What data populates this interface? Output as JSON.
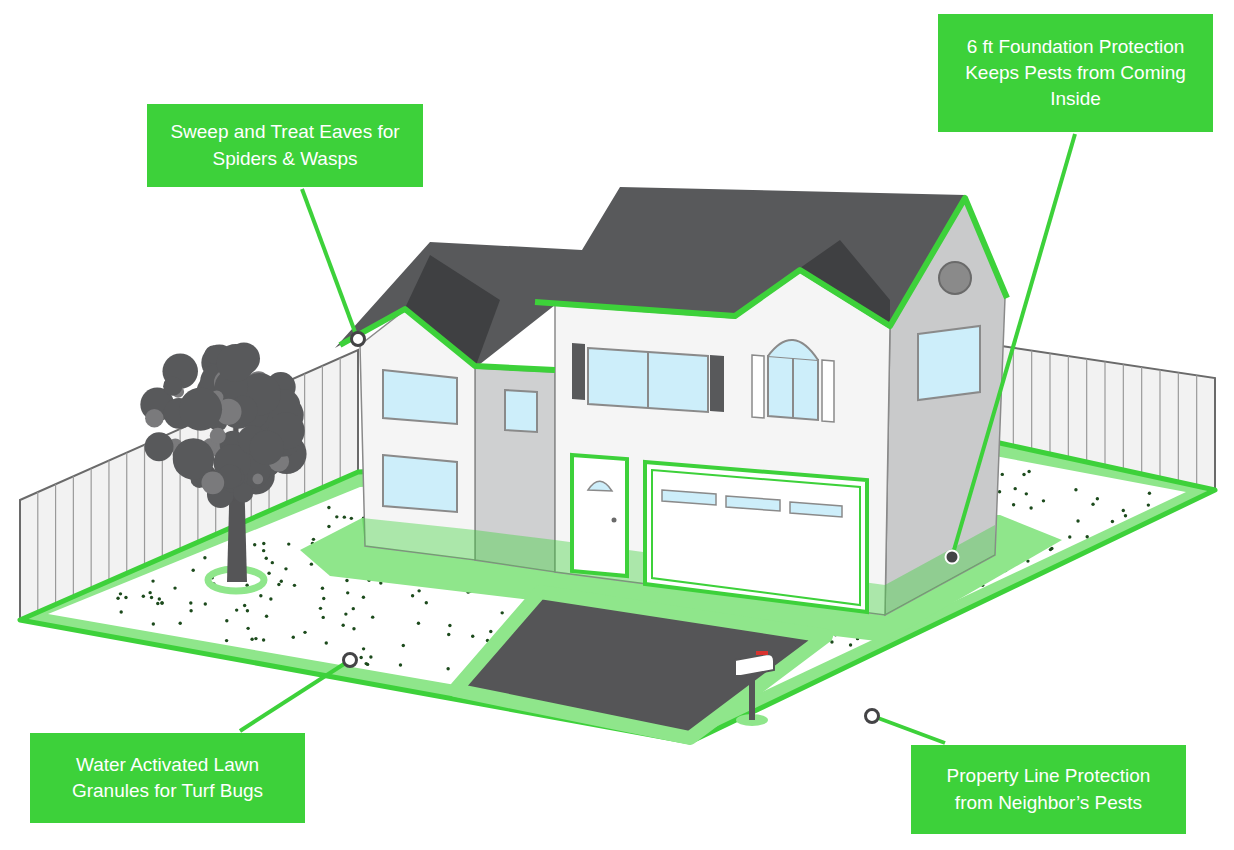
{
  "diagram": {
    "nodes": [
      {
        "text": [
          "Sweep and Treat Eaves for Spiders & Wasps"
        ]
      },
      {
        "text": [
          "6 ft Foundation Protection Keeps Pests from Coming Inside"
        ]
      },
      {
        "text": [
          "Water Activated Lawn Granules for Turf Bugs"
        ]
      },
      {
        "text": [
          "Property Line Protection from Neighbor’s Pests"
        ]
      }
    ]
  }
}
